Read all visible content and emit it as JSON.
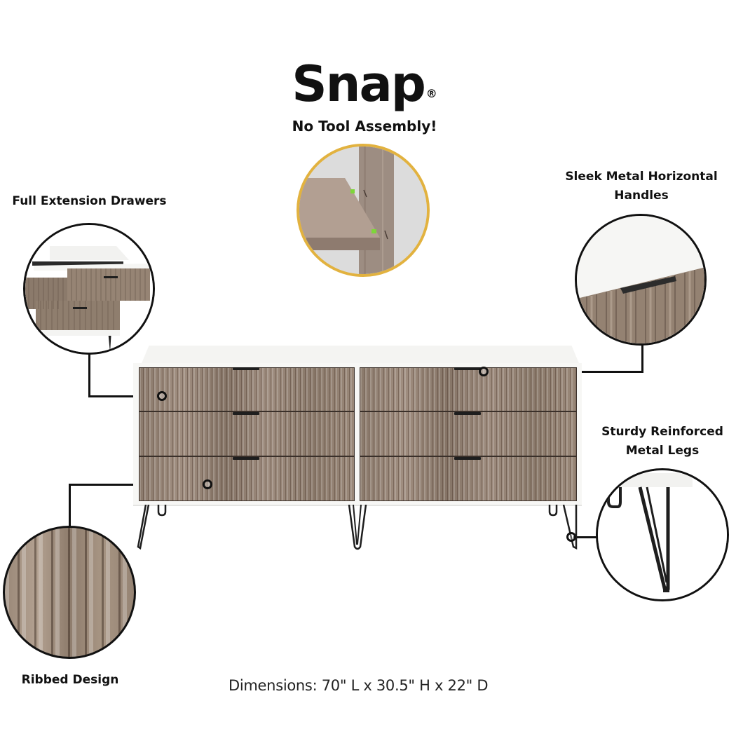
{
  "brand": {
    "name": "Snap",
    "trademark": "®",
    "tagline": "No Tool Assembly!"
  },
  "callouts": [
    {
      "id": "drawers",
      "label": "Full Extension Drawers"
    },
    {
      "id": "handles",
      "label_line1": "Sleek Metal Horizontal",
      "label_line2": "Handles"
    },
    {
      "id": "legs",
      "label_line1": "Sturdy Reinforced",
      "label_line2": "Metal Legs"
    },
    {
      "id": "ribbed",
      "label": "Ribbed Design"
    }
  ],
  "dimensions": "Dimensions: 70\" L x 30.5\" H x 22\" D",
  "colors": {
    "gold_ring": "#e2b23f",
    "wood": "#8f7e70",
    "frame_white": "#f7f7f5",
    "callout_line": "#111111",
    "assembly_clip_green": "#7ed63a"
  },
  "product": {
    "drawer_count": 6,
    "columns": 2,
    "rows": 3
  }
}
